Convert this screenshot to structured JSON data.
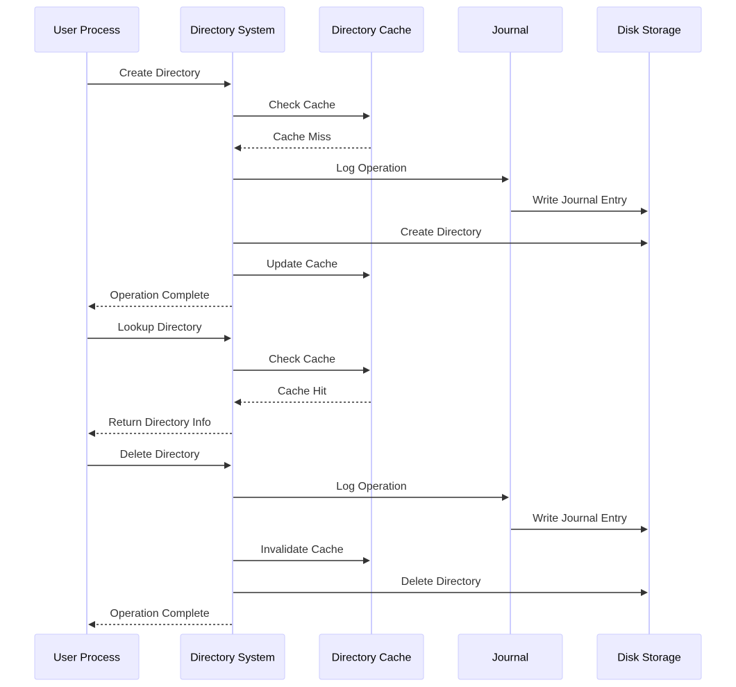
{
  "diagram": {
    "type": "sequence",
    "participants": [
      {
        "id": "user",
        "label": "User Process"
      },
      {
        "id": "dirsys",
        "label": "Directory System"
      },
      {
        "id": "cache",
        "label": "Directory Cache"
      },
      {
        "id": "journal",
        "label": "Journal"
      },
      {
        "id": "disk",
        "label": "Disk Storage"
      }
    ],
    "messages": [
      {
        "from": "user",
        "to": "dirsys",
        "label": "Create Directory",
        "style": "solid"
      },
      {
        "from": "dirsys",
        "to": "cache",
        "label": "Check Cache",
        "style": "solid"
      },
      {
        "from": "cache",
        "to": "dirsys",
        "label": "Cache Miss",
        "style": "dashed"
      },
      {
        "from": "dirsys",
        "to": "journal",
        "label": "Log Operation",
        "style": "solid"
      },
      {
        "from": "journal",
        "to": "disk",
        "label": "Write Journal Entry",
        "style": "solid"
      },
      {
        "from": "dirsys",
        "to": "disk",
        "label": "Create Directory",
        "style": "solid"
      },
      {
        "from": "dirsys",
        "to": "cache",
        "label": "Update Cache",
        "style": "solid"
      },
      {
        "from": "dirsys",
        "to": "user",
        "label": "Operation Complete",
        "style": "dashed"
      },
      {
        "from": "user",
        "to": "dirsys",
        "label": "Lookup Directory",
        "style": "solid"
      },
      {
        "from": "dirsys",
        "to": "cache",
        "label": "Check Cache",
        "style": "solid"
      },
      {
        "from": "cache",
        "to": "dirsys",
        "label": "Cache Hit",
        "style": "dashed"
      },
      {
        "from": "dirsys",
        "to": "user",
        "label": "Return Directory Info",
        "style": "dashed"
      },
      {
        "from": "user",
        "to": "dirsys",
        "label": "Delete Directory",
        "style": "solid"
      },
      {
        "from": "dirsys",
        "to": "journal",
        "label": "Log Operation",
        "style": "solid"
      },
      {
        "from": "journal",
        "to": "disk",
        "label": "Write Journal Entry",
        "style": "solid"
      },
      {
        "from": "dirsys",
        "to": "cache",
        "label": "Invalidate Cache",
        "style": "solid"
      },
      {
        "from": "dirsys",
        "to": "disk",
        "label": "Delete Directory",
        "style": "solid"
      },
      {
        "from": "dirsys",
        "to": "user",
        "label": "Operation Complete",
        "style": "dashed"
      }
    ],
    "colors": {
      "actor_fill": "#ececff",
      "actor_border": "#ccccff",
      "lifeline": "#ccccff",
      "message": "#333333"
    }
  }
}
